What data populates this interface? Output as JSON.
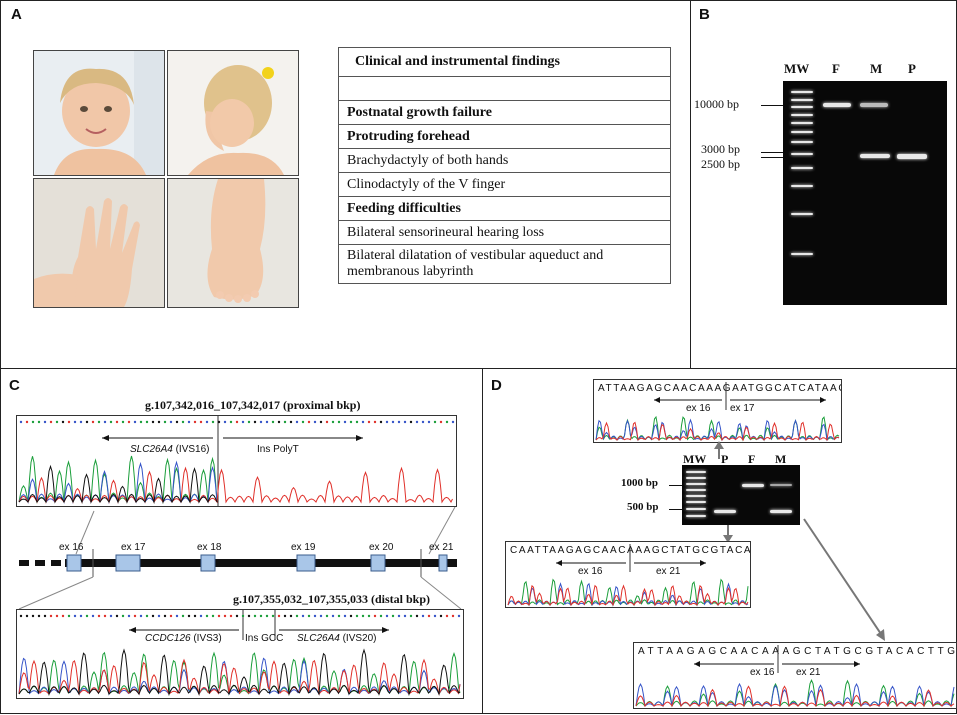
{
  "panel_a": {
    "label": "A",
    "table_header": "Clinical and instrumental findings",
    "findings": [
      {
        "text": "",
        "bold": false
      },
      {
        "text": "Postnatal growth failure",
        "bold": true
      },
      {
        "text": "Protruding  forehead",
        "bold": true
      },
      {
        "text": "Brachydactyly  of both hands",
        "bold": false
      },
      {
        "text": "Clinodactyly  of the V finger",
        "bold": false
      },
      {
        "text": "Feeding difficulties",
        "bold": true
      },
      {
        "text": "Bilateral sensorineural hearing loss",
        "bold": false
      },
      {
        "text": "Bilateral dilatation of vestibular  aqueduct and membranous labyrinth",
        "bold": false
      }
    ]
  },
  "panel_b": {
    "label": "B",
    "lanes": [
      "MW",
      "F",
      "M",
      "P"
    ],
    "size_10000": "10000  bp",
    "size_3000": "3000  bp",
    "size_2500": "2500  bp"
  },
  "panel_c": {
    "label": "C",
    "proximal_title": "g.107,342,016_107,342,017 (proximal bkp)",
    "proximal_left_gene": "SLC26A4",
    "proximal_left_intron": " (IVS16)",
    "proximal_right": "Ins PolyT",
    "exons": [
      "ex 16",
      "ex 17",
      "ex 18",
      "ex 19",
      "ex 20",
      "ex 21"
    ],
    "distal_title": "g.107,355,032_107,355,033 (distal bkp)",
    "distal_left_gene": "CCDC126",
    "distal_left_intron": " (IVS3)",
    "distal_mid": "Ins GCC",
    "distal_right_gene": "SLC26A4",
    "distal_right_intron": " (IVS20)"
  },
  "panel_d": {
    "label": "D",
    "seq_top": "ATTAAGAGCAACAAAGAATGGCATCATAAGTGATGCT",
    "seq_top_left": "ex 16",
    "seq_top_right": "ex 17",
    "lanes": [
      "MW",
      "P",
      "F",
      "M"
    ],
    "size_1000": "1000 bp",
    "size_500": "500 bp",
    "seq_left": "CAATTAAGAGCAACAAAGCTATGCGTACACTTGCA",
    "seq_left_left": "ex 16",
    "seq_left_right": "ex 21",
    "seq_bottom": "ATTAAGAGCAACAAAGCTATGCGTACACTTGCAT",
    "seq_bottom_left": "ex 16",
    "seq_bottom_right": "ex 21"
  },
  "colors": {
    "trace_green": "#1a9e3a",
    "trace_blue": "#3554c8",
    "trace_red": "#e0302a",
    "trace_black": "#111111",
    "exon_fill": "#a9c6e8",
    "exon_stroke": "#3a5c8c"
  }
}
